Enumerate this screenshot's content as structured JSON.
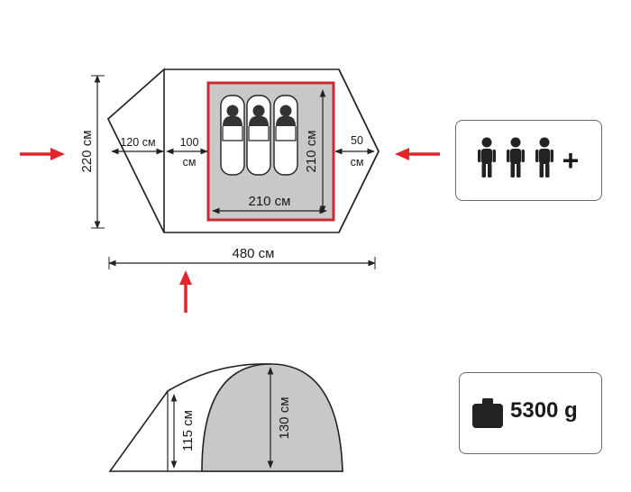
{
  "floorplan": {
    "width_total": "480 см",
    "depth": "220 см",
    "vestibule_front": "120 см",
    "gap_front_value": "100",
    "gap_front_unit": "см",
    "gap_rear_value": "50",
    "gap_rear_unit": "см",
    "inner_width": "210 см",
    "inner_length": "210 см",
    "sleeper_count": 3
  },
  "side_view": {
    "height_vestibule": "115 см",
    "height_inner": "130 см"
  },
  "capacity_badge": {
    "label": "3 + persons",
    "plus": "+"
  },
  "weight_badge": {
    "value": "5300 g"
  },
  "colors": {
    "arrow": "#e0262b",
    "inner_tent": "#cc2a2f",
    "floor_gray": "#c8c8c8",
    "line": "#222222"
  }
}
